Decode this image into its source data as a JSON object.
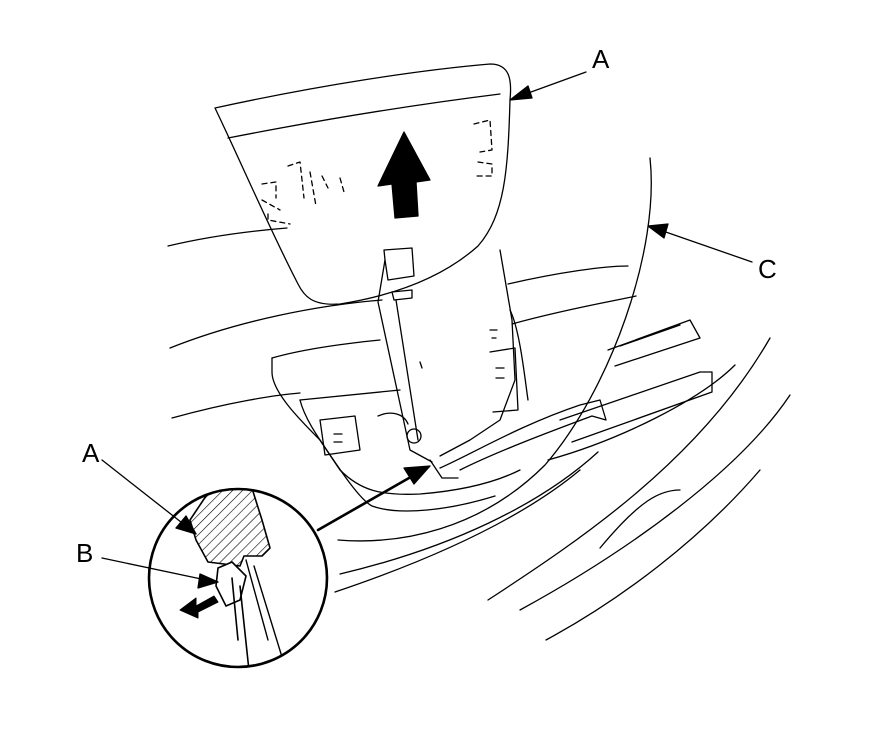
{
  "callouts": {
    "a_top": "A",
    "c": "C",
    "a_zoom": "A",
    "b": "B"
  },
  "colors": {
    "line": "#000000",
    "background": "#ffffff"
  }
}
